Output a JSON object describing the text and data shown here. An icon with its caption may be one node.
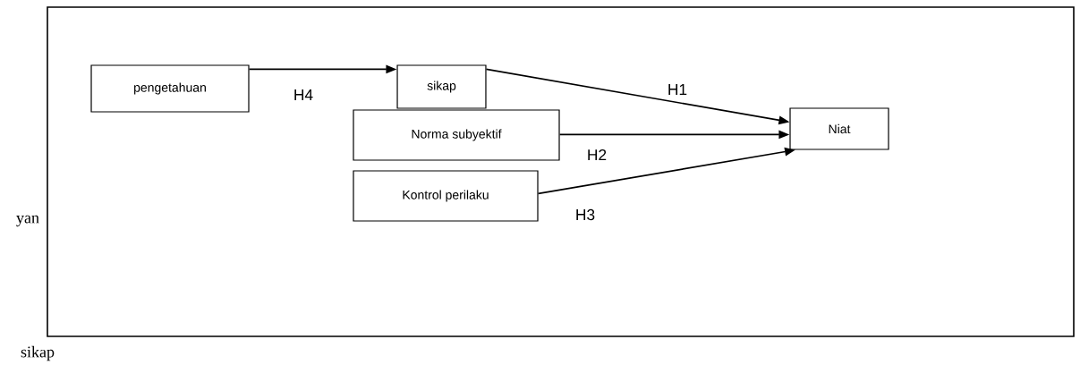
{
  "diagram": {
    "nodes": [
      {
        "text": [
          "pengetahuan"
        ]
      },
      {
        "text": [
          "sikap"
        ]
      },
      {
        "text": [
          "Norma subyektif"
        ]
      },
      {
        "text": [
          "Kontrol perilaku"
        ]
      },
      {
        "text": [
          "Niat"
        ]
      }
    ],
    "edges": [
      {
        "from": 0,
        "to": 1,
        "arrow": "to",
        "label": "H4"
      },
      {
        "from": 1,
        "to": 4,
        "arrow": "to",
        "label": "H1"
      },
      {
        "from": 2,
        "to": 4,
        "arrow": "to",
        "label": "H2"
      },
      {
        "from": 3,
        "to": 4,
        "arrow": "to",
        "label": "H3"
      }
    ],
    "labels": [
      "yan",
      "sikap"
    ]
  }
}
